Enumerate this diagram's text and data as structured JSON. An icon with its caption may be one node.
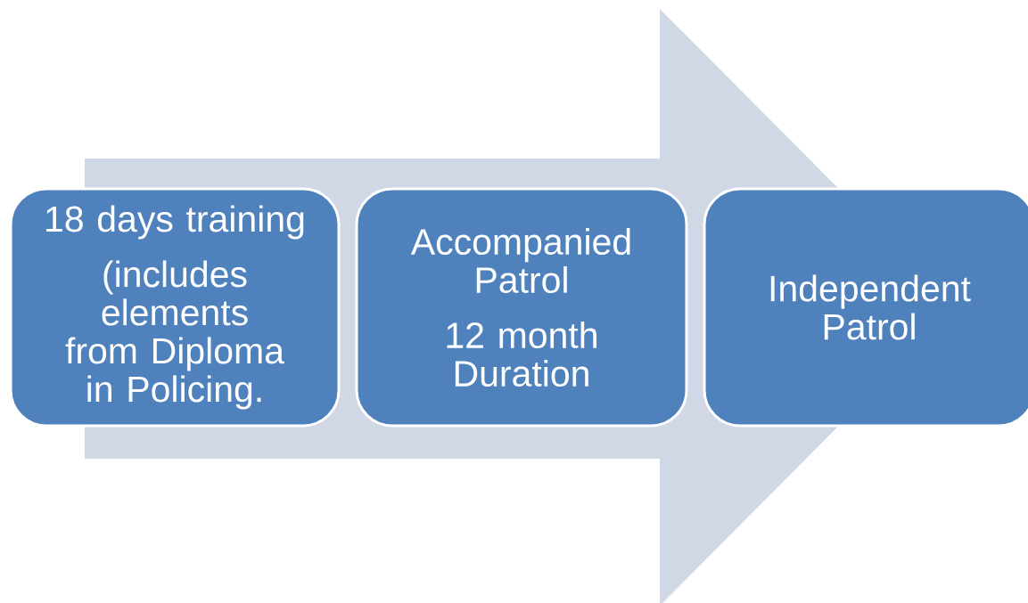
{
  "diagram": {
    "nodes": [
      {
        "text": [
          "18 days training",
          "(includes elements from Diploma in Policing."
        ]
      },
      {
        "text": [
          "Accompanied Patrol",
          "12 month Duration"
        ]
      },
      {
        "text": [
          "Independent Patrol"
        ]
      }
    ],
    "edges": [
      {
        "from": 0,
        "to": 2,
        "arrow": "to"
      }
    ]
  }
}
